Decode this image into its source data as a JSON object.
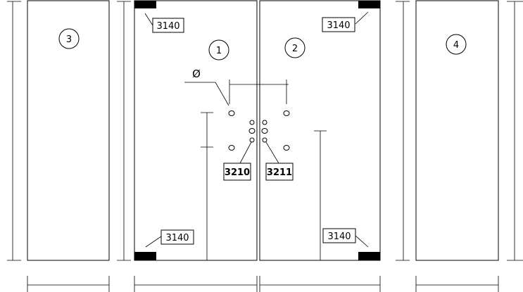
{
  "panels": [
    {
      "number": "3"
    },
    {
      "number": "1"
    },
    {
      "number": "2"
    },
    {
      "number": "4"
    }
  ],
  "hinge_labels": [
    "3140",
    "3140",
    "3140",
    "3140"
  ],
  "fitting_labels": [
    "3210",
    "3211"
  ],
  "diameter_symbol": "Ø"
}
